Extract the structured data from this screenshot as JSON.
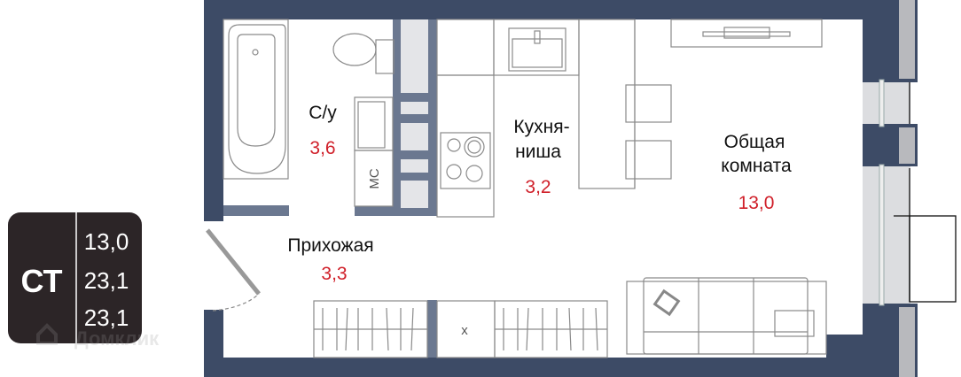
{
  "colors": {
    "wall": "#3d4b66",
    "shaft": "#6b7890",
    "window": "#dcdde0",
    "area_text": "#d0202a",
    "badge": "#2c2527"
  },
  "rooms": [
    {
      "name": "С/у",
      "area": "3,6"
    },
    {
      "name_line1": "Кухня-",
      "name_line2": "ниша",
      "area": "3,2"
    },
    {
      "name_line1": "Общая",
      "name_line2": "комната",
      "area": "13,0"
    },
    {
      "name": "Прихожая",
      "area": "3,3"
    }
  ],
  "fixtures": {
    "washer_label": "МС",
    "fridge_label": "х"
  },
  "badge": {
    "type": "СТ",
    "living_area": "13,0",
    "total_area": "23,1",
    "total_area_2": "23,1"
  },
  "watermark": "Домклик"
}
